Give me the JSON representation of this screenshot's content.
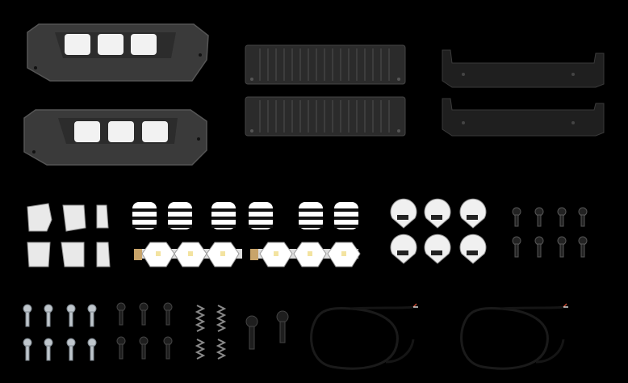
{
  "image": {
    "background_color": "#000000",
    "colors": {
      "housing": "#3a3a3a",
      "housing_edge": "#555555",
      "heatsink": "#2b2b2b",
      "bracket": "#1f1f1f",
      "lens_white": "#f2f2f2",
      "led_board": "#ffffff",
      "screw_silver": "#bfc6cc",
      "screw_black": "#222222",
      "spring": "#8a8a8a",
      "wire": "#1a1a1a"
    },
    "parts": [
      "light-housing",
      "heatsink",
      "mounting-bracket",
      "clear-reflector",
      "striped-lens",
      "led-board",
      "half-lens",
      "black-screw",
      "silver-screw",
      "spring",
      "wire-harness"
    ]
  }
}
